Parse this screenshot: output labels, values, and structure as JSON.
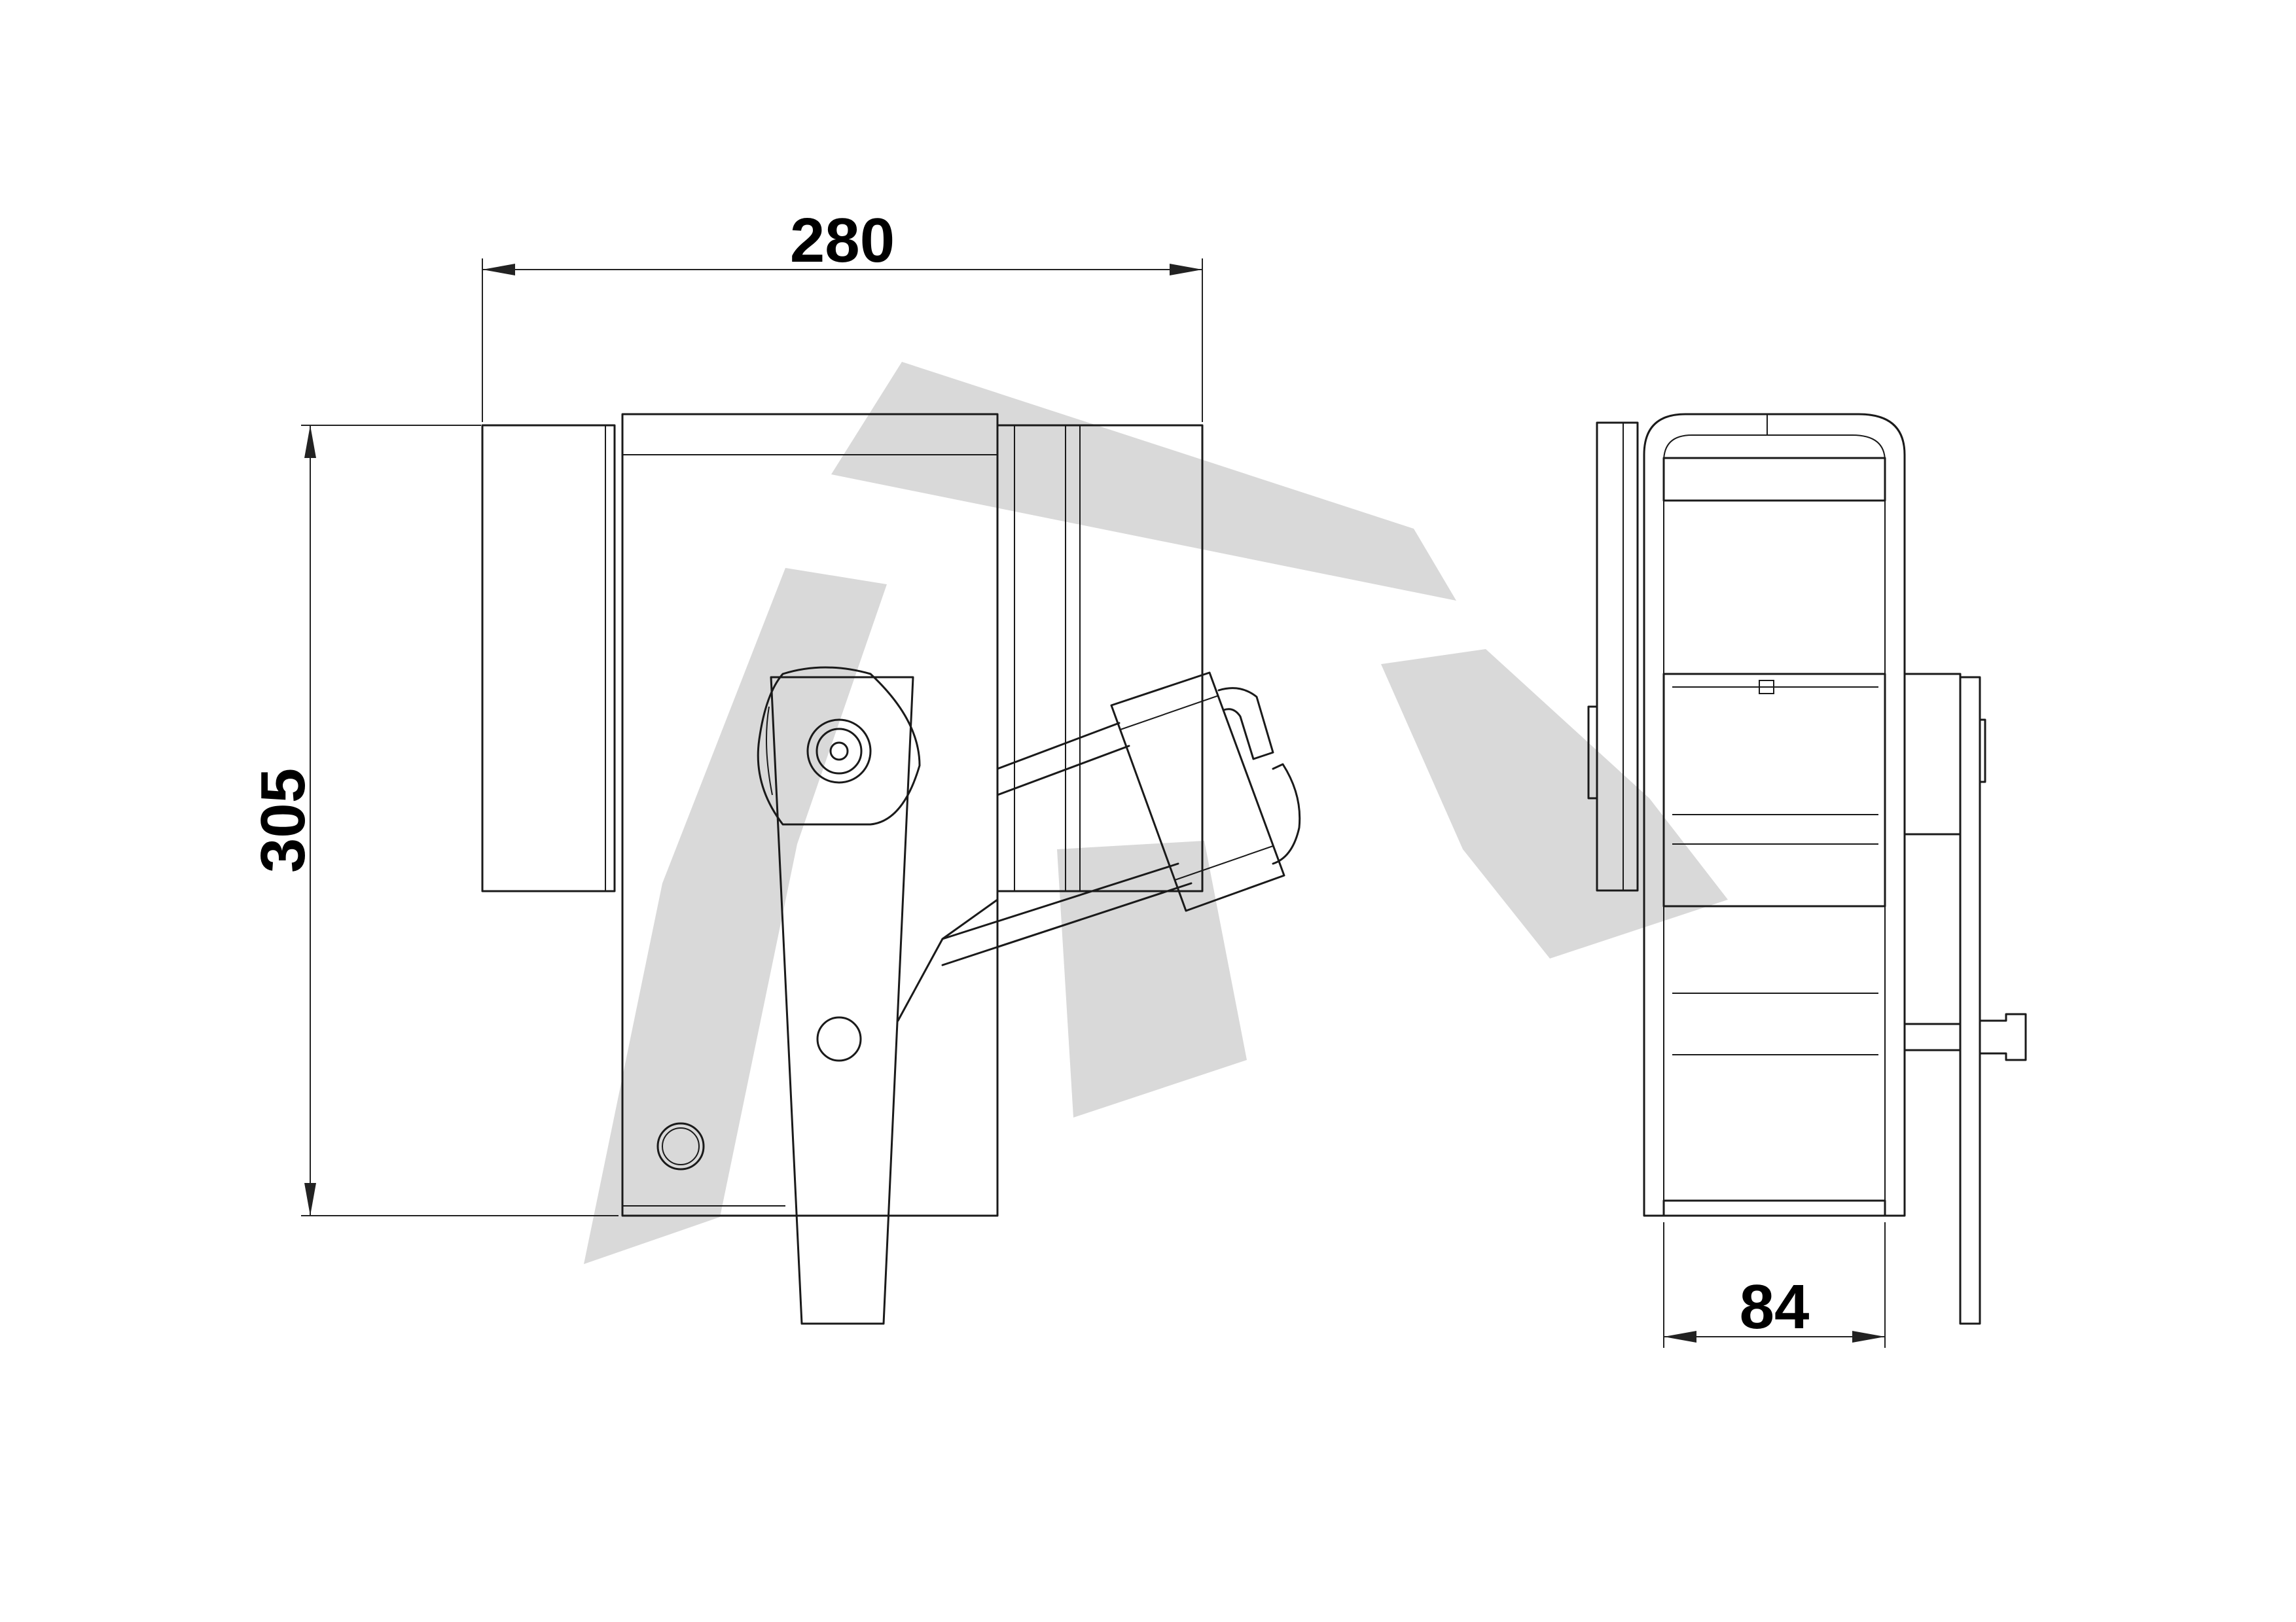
{
  "dimensions": {
    "width": "280",
    "height": "305",
    "depth": "84"
  },
  "colors": {
    "line": "#1a1a1a",
    "watermark": "#d9d9d9",
    "background": "#ffffff"
  }
}
